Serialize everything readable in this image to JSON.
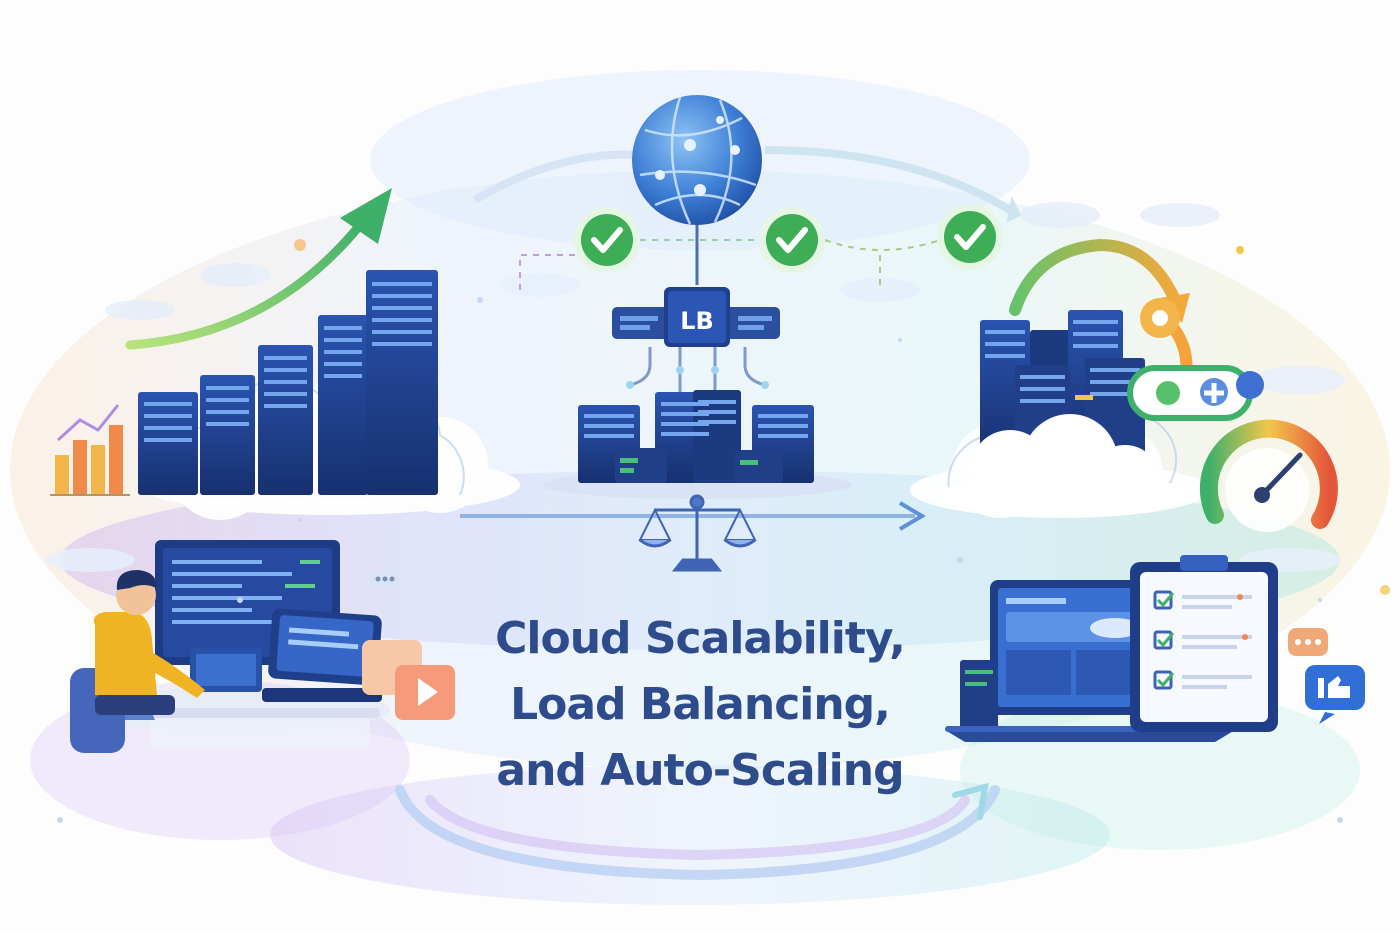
{
  "title_lines": [
    "Cloud Scalability,",
    "Load Balancing,",
    "and Auto-Scaling"
  ],
  "load_balancer_label": "LB",
  "icons": [
    "globe-icon",
    "check-icon",
    "check-icon",
    "check-icon",
    "load-balancer-icon",
    "server-rack-icon",
    "cloud-icon",
    "growth-arrow-icon",
    "bar-chart-icon",
    "balance-scale-icon",
    "developer-person-icon",
    "monitor-icon",
    "video-play-icon",
    "laptop-icon",
    "checklist-clipboard-icon",
    "gauge-icon",
    "gear-icon",
    "chat-bubble-icon",
    "thumbs-up-icon",
    "cycle-arrow-icon"
  ],
  "colors": {
    "navy": "#2e4b8c",
    "server_blue": "#1f3f8f",
    "server_dark": "#16306e",
    "check_green": "#35a853",
    "globe_blue": "#3e7fd6",
    "arrow_green": "#6cc16a",
    "person_yellow": "#f0b423",
    "gauge_red": "#e55a3a",
    "cloud_white": "#eef4fb"
  }
}
